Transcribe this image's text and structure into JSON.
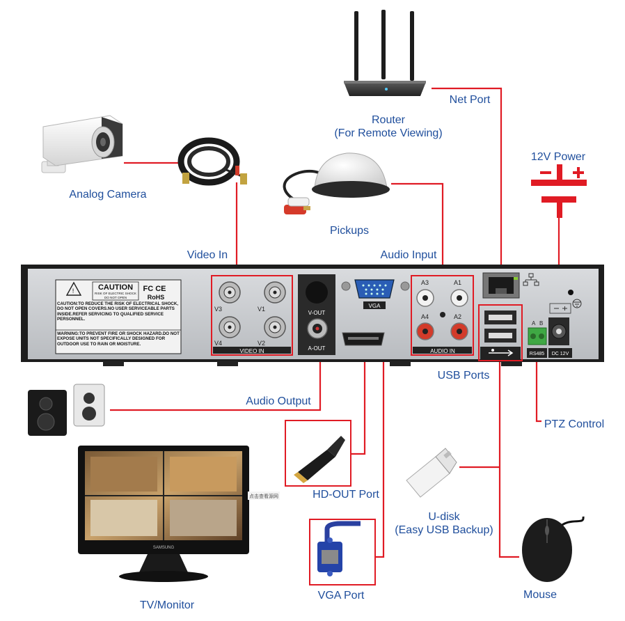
{
  "labels": {
    "analog_camera": "Analog Camera",
    "router_line1": "Router",
    "router_line2": "(For Remote Viewing)",
    "net_port": "Net Port",
    "power": "12V Power",
    "pickups": "Pickups",
    "video_in": "Video In",
    "audio_input": "Audio Input",
    "usb_ports": "USB Ports",
    "audio_output": "Audio Output",
    "ptz_control": "PTZ Control",
    "hd_out_port": "HD-OUT Port",
    "udisk_line1": "U-disk",
    "udisk_line2": "(Easy USB Backup)",
    "tv_monitor": "TV/Monitor",
    "vga_port": "VGA Port",
    "mouse": "Mouse"
  },
  "panel": {
    "caution_title": "CAUTION",
    "caution_sub1": "RISK OF ELECTRIC SHOCK",
    "caution_sub2": "DO NOT OPEN",
    "fc_ce": "FC CE",
    "rohs": "RoHS",
    "caution_text": "CAUTION:TO REDUCE THE RISK OF ELECTRICAL SHOCK, DO NOT OPEN COVERS.NO USER SERVICEABLE PARTS INSIDE.REFER SERVICING TO QUALIFIED SERVICE PERSONNEL.",
    "warning_text": "WARNING:TO PREVENT FIRE OR SHOCK HAZARD.DO NOT EXPOSE UNITS NOT SPECIFICALLY DESIGNED FOR OUTDOOR USE TO RAIN OR MOISTURE.",
    "v1": "V1",
    "v2": "V2",
    "v3": "V3",
    "v4": "V4",
    "video_in_strip": "VIDEO IN",
    "v_out": "V-OUT",
    "a_out": "A-OUT",
    "vga": "VGA",
    "a1": "A1",
    "a2": "A2",
    "a3": "A3",
    "a4": "A4",
    "audio_in_strip": "AUDIO IN",
    "a": "A",
    "b": "B",
    "rs485": "RS485",
    "dc12v": "DC 12V"
  },
  "monitor": {
    "brand": "SAMSUNG",
    "watermark": "点击查看源网"
  },
  "colors": {
    "label": "#1f4e9c",
    "connector_line": "#e01b24",
    "panel_body": "#c9ccd0",
    "panel_edge": "#2a2a2a"
  }
}
